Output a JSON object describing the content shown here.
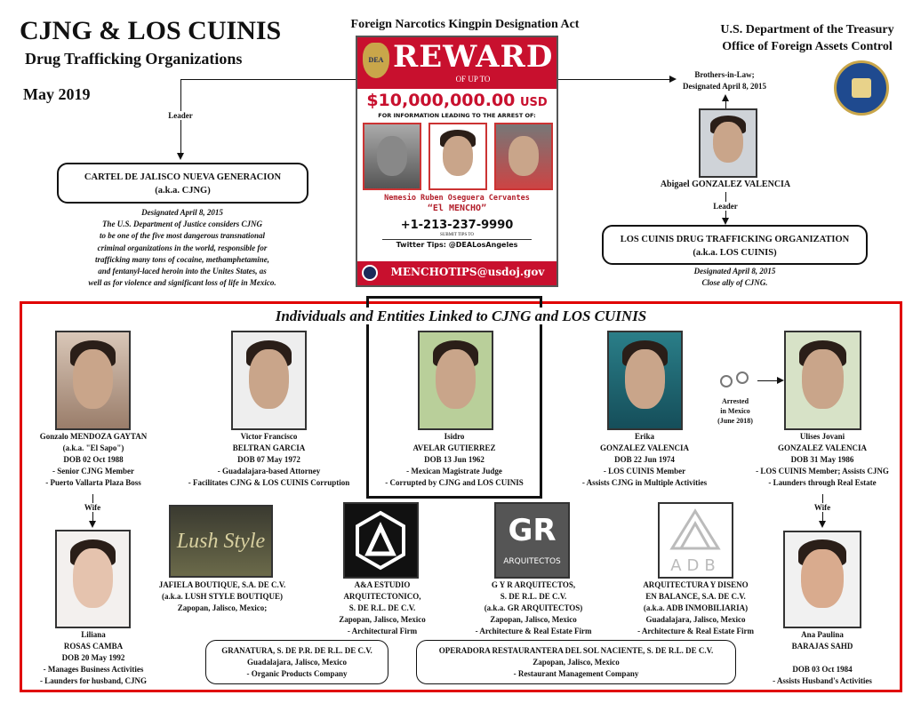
{
  "header": {
    "title": "CJNG & LOS CUINIS",
    "subtitle": "Drug Trafficking Organizations",
    "date": "May 2019",
    "act": "Foreign Narcotics Kingpin Designation Act",
    "agency_line1": "U.S. Department of the Treasury",
    "agency_line2": "Office of Foreign Assets Control"
  },
  "poster": {
    "badge": "DEA",
    "reward": "REWARD",
    "of_up_to": "OF UP TO",
    "amount": "$10,000,000.00",
    "currency": "USD",
    "for_info": "FOR INFORMATION LEADING TO THE ARREST OF:",
    "name": "Nemesio Ruben Oseguera Cervantes",
    "alias": "“El MENCHO”",
    "phone": "+1-213-237-9990",
    "submit": "SUBMIT TIPS TO",
    "twitter": "Twitter Tips: @DEALosAngeles",
    "email": "MENCHOTIPS@usdoj.gov",
    "colors": {
      "red": "#c8102e"
    }
  },
  "cjng": {
    "leader_label": "Leader",
    "name": "CARTEL DE JALISCO NUEVA GENERACION",
    "aka": "(a.k.a. CJNG)",
    "designated": "Designated April 8, 2015",
    "desc": [
      "The U.S. Department of Justice considers CJNG",
      "to be one of the five most dangerous transnational",
      "criminal organizations in the world, responsible for",
      "trafficking many tons of cocaine, methamphetamine,",
      "and fentanyl-laced heroin into the Unites States, as",
      "well as for violence and significant loss of life in Mexico."
    ]
  },
  "cuinis": {
    "relation1": "Brothers-in-Law;",
    "relation2": "Designated April 8, 2015",
    "person": "Abigael GONZALEZ VALENCIA",
    "leader_label": "Leader",
    "name": "LOS CUINIS DRUG TRAFFICKING ORGANIZATION",
    "aka": "(a.k.a. LOS CUINIS)",
    "designated": "Designated April 8, 2015",
    "ally": "Close ally of CJNG."
  },
  "linked": {
    "title": "Individuals and Entities Linked to CJNG and LOS CUINIS",
    "border_color": "#e00000",
    "people": [
      {
        "lines": [
          "Gonzalo MENDOZA GAYTAN",
          "(a.k.a. \"El Sapo\")",
          "DOB 02 Oct 1988",
          "- Senior CJNG Member",
          "- Puerto Vallarta Plaza Boss"
        ]
      },
      {
        "lines": [
          "Victor Francisco",
          "BELTRAN GARCIA",
          "DOB 07 May 1972",
          "- Guadalajara-based Attorney",
          "- Facilitates CJNG & LOS CUINIS Corruption"
        ]
      },
      {
        "lines": [
          "Isidro",
          "AVELAR GUTIERREZ",
          "DOB 13 Jun 1962",
          "- Mexican Magistrate Judge",
          "- Corrupted by CJNG and LOS CUINIS"
        ]
      },
      {
        "lines": [
          "Erika",
          "GONZALEZ VALENCIA",
          "DOB 22 Jun 1974",
          "- LOS CUINIS Member",
          "- Assists CJNG in Multiple Activities"
        ]
      },
      {
        "lines": [
          "Ulises Jovani",
          "GONZALEZ VALENCIA",
          "DOB 31 May 1986",
          "- LOS CUINIS Member; Assists CJNG",
          "- Launders through Real Estate"
        ]
      }
    ],
    "arrested": [
      "Arrested",
      "in Mexico",
      "(June 2018)"
    ],
    "wife_label": "Wife",
    "liliana": [
      "Liliana",
      "ROSAS CAMBA",
      "DOB 20 May 1992",
      "- Manages Business Activities",
      "- Launders for husband, CJNG"
    ],
    "ana": [
      "Ana Paulina",
      "BARAJAS SAHD",
      "",
      "DOB 03 Oct 1984",
      "- Assists Husband's Activities"
    ],
    "companies": [
      {
        "logo": "Lush Style",
        "lines": [
          "JAFIELA BOUTIQUE, S.A. DE C.V.",
          "(a.k.a. LUSH STYLE BOUTIQUE)",
          "Zapopan, Jalisco, Mexico;"
        ]
      },
      {
        "logo": "A",
        "lines": [
          "A&A ESTUDIO",
          "ARQUITECTONICO,",
          "S. DE R.L. DE C.V.",
          "Zapopan, Jalisco, Mexico",
          "- Architectural Firm"
        ]
      },
      {
        "logo": "GR",
        "logo_sub": "ARQUITECTOS",
        "lines": [
          "G Y R ARQUITECTOS,",
          "S. DE R.L. DE C.V.",
          "(a.k.a. GR ARQUITECTOS)",
          "Zapopan, Jalisco, Mexico",
          "- Architecture & Real Estate Firm"
        ]
      },
      {
        "logo": "ADB",
        "lines": [
          "ARQUITECTURA Y DISENO",
          "EN BALANCE, S.A. DE C.V.",
          "(a.k.a. ADB INMOBILIARIA)",
          "Guadalajara, Jalisco, Mexico",
          "- Architecture & Real Estate Firm"
        ]
      }
    ],
    "granatura": [
      "GRANATURA, S. DE P.R. DE R.L. DE C.V.",
      "Guadalajara, Jalisco, Mexico",
      "- Organic Products Company"
    ],
    "operadora": [
      "OPERADORA RESTAURANTERA DEL SOL NACIENTE, S. DE R.L. DE C.V.",
      "Zapopan, Jalisco, Mexico",
      "- Restaurant Management Company"
    ]
  }
}
